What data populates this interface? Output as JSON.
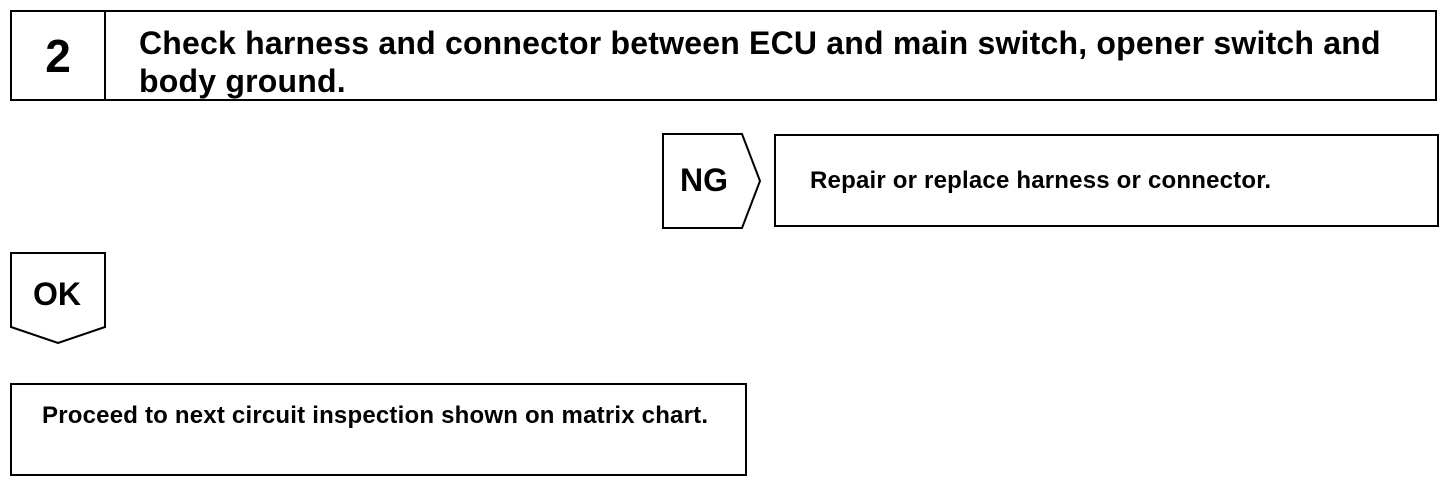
{
  "step": {
    "number": "2",
    "title": "Check harness and connector between ECU and main switch, opener switch and body ground."
  },
  "ng": {
    "label": "NG",
    "action": "Repair or replace harness or connector."
  },
  "ok": {
    "label": "OK",
    "action": "Proceed to next circuit inspection shown on matrix chart."
  }
}
